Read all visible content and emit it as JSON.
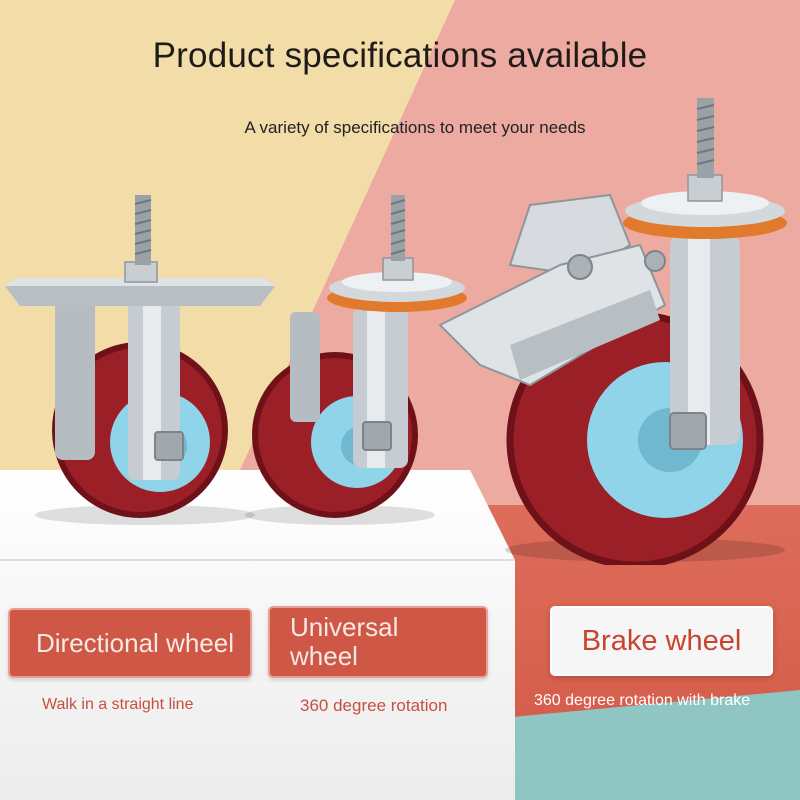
{
  "page": {
    "title": "Product specifications available",
    "subtitle": "A variety of specifications to meet your needs"
  },
  "products": [
    {
      "name": "Directional wheel",
      "description": "Walk in a straight line",
      "icon": "directional-caster-wheel-icon"
    },
    {
      "name_line1": "Universal",
      "name_line2": "wheel",
      "description": "360 degree rotation",
      "icon": "universal-caster-wheel-icon"
    },
    {
      "name": "Brake wheel",
      "description": "360 degree rotation with brake",
      "icon": "brake-caster-wheel-icon"
    }
  ],
  "colors": {
    "bg_yellow": "#f2dca8",
    "bg_pink": "#ecaaa0",
    "platform_coral": "#d8604e",
    "bg_teal": "#8fc6c4",
    "tread_red": "#9b1f26",
    "hub_blue": "#8fd4e8",
    "label_red": "#cf5746",
    "label_text_red": "#c9442f"
  }
}
